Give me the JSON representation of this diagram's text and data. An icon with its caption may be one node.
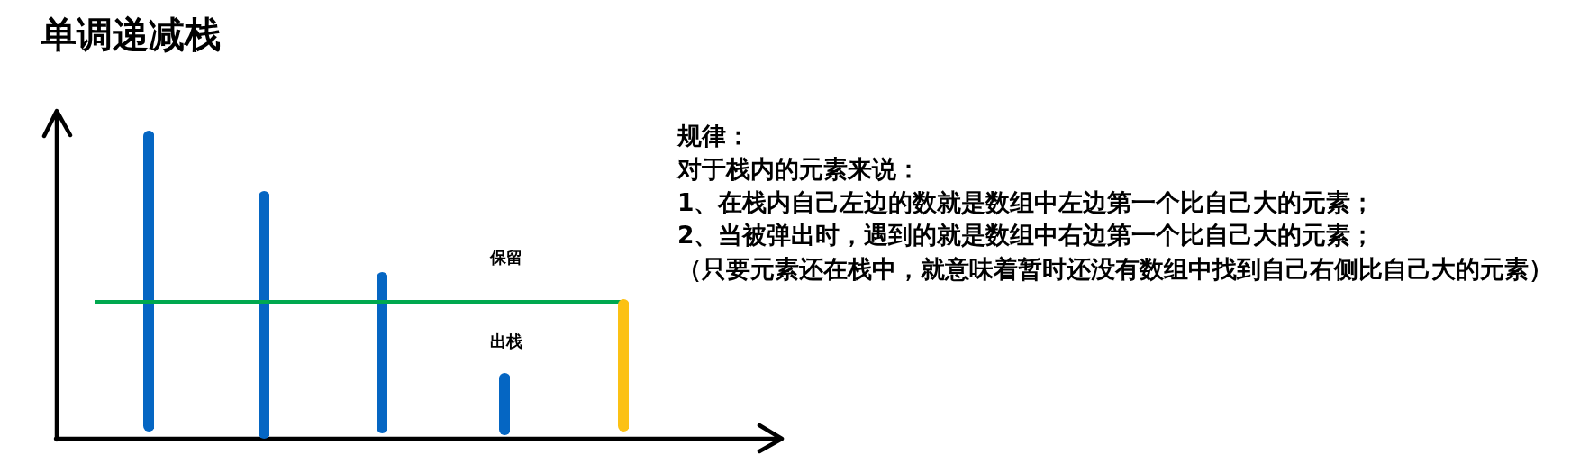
{
  "diagram": {
    "title": "单调递减栈",
    "nodes": [
      {
        "text": [],
        "shape": "bar"
      },
      {
        "text": [],
        "shape": "bar"
      },
      {
        "text": [],
        "shape": "bar"
      },
      {
        "text": [],
        "shape": "bar"
      },
      {
        "text": [],
        "shape": "bar"
      }
    ],
    "labels": [
      "保留",
      "出栈",
      "规律：",
      "对于栈内的元素来说：",
      "1、在栈内自己左边的数就是数组中左边第一个比自己大的元素；",
      "2、当被弹出时，遇到的就是数组中右边第一个比自己大的元素；",
      "（只要元素还在栈中，就意味着暂时还没有数组中找到自己右侧比自己大的元素）"
    ]
  }
}
